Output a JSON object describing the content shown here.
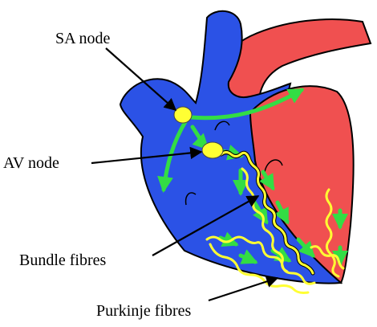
{
  "labels": {
    "sa_node": "SA node",
    "av_node": "AV node",
    "bundle_fibres": "Bundle fibres",
    "purkinje_fibres": "Purkinje fibres"
  },
  "colors": {
    "deoxygenated_blue": "#2b52e6",
    "oxygenated_red": "#f05050",
    "node_yellow": "#ffff33",
    "conduction_green": "#33dd44",
    "outline": "#000000"
  }
}
